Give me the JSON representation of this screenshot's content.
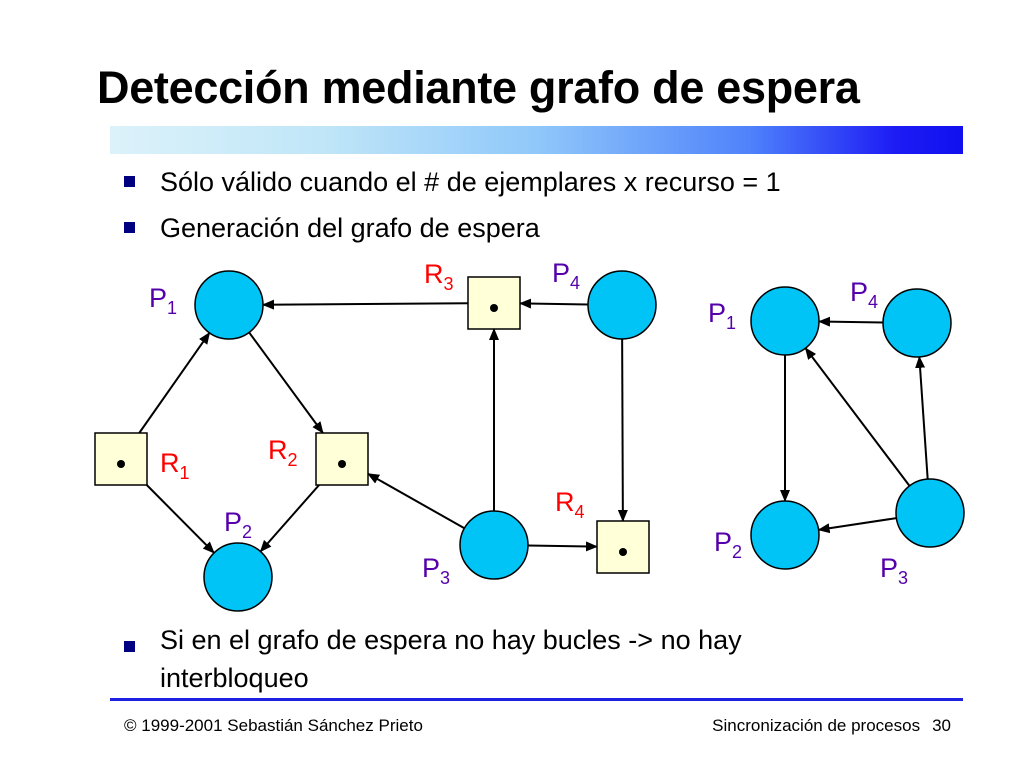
{
  "slide": {
    "title": "Detección mediante grafo de espera",
    "bullets": [
      "Sólo válido cuando el # de ejemplares x recurso = 1",
      "Generación del grafo de espera"
    ],
    "bottom_bullet_line1": "Si en el grafo de espera no hay bucles -> no hay",
    "bottom_bullet_line2": "interbloqueo"
  },
  "footer": {
    "copyright": "© 1999-2001 Sebastián Sánchez Prieto",
    "section": "Sincronización de procesos",
    "page": "30"
  },
  "colors": {
    "process_fill": "#00c4f5",
    "resource_fill": "#ffffd8",
    "process_label": "#5500aa",
    "resource_label": "#ff0000",
    "bullet_square": "#000080"
  },
  "diagram": {
    "allocation_graph": {
      "processes": [
        {
          "id": "P1",
          "letter": "P",
          "sub": "1"
        },
        {
          "id": "P2",
          "letter": "P",
          "sub": "2"
        },
        {
          "id": "P3",
          "letter": "P",
          "sub": "3"
        },
        {
          "id": "P4",
          "letter": "P",
          "sub": "4"
        }
      ],
      "resources": [
        {
          "id": "R1",
          "letter": "R",
          "sub": "1"
        },
        {
          "id": "R2",
          "letter": "R",
          "sub": "2"
        },
        {
          "id": "R3",
          "letter": "R",
          "sub": "3"
        },
        {
          "id": "R4",
          "letter": "R",
          "sub": "4"
        }
      ],
      "edges": [
        [
          "R1",
          "P1"
        ],
        [
          "R1",
          "P2"
        ],
        [
          "P1",
          "R2"
        ],
        [
          "R2",
          "P2"
        ],
        [
          "P3",
          "R2"
        ],
        [
          "R3",
          "P1"
        ],
        [
          "P4",
          "R3"
        ],
        [
          "P3",
          "R3"
        ],
        [
          "P4",
          "R4"
        ],
        [
          "P3",
          "R4"
        ]
      ]
    },
    "wait_for_graph": {
      "processes": [
        {
          "id": "P1",
          "letter": "P",
          "sub": "1"
        },
        {
          "id": "P2",
          "letter": "P",
          "sub": "2"
        },
        {
          "id": "P3",
          "letter": "P",
          "sub": "3"
        },
        {
          "id": "P4",
          "letter": "P",
          "sub": "4"
        }
      ],
      "edges": [
        [
          "P4",
          "P1"
        ],
        [
          "P1",
          "P2"
        ],
        [
          "P3",
          "P1"
        ],
        [
          "P3",
          "P2"
        ],
        [
          "P3",
          "P4"
        ]
      ]
    }
  }
}
